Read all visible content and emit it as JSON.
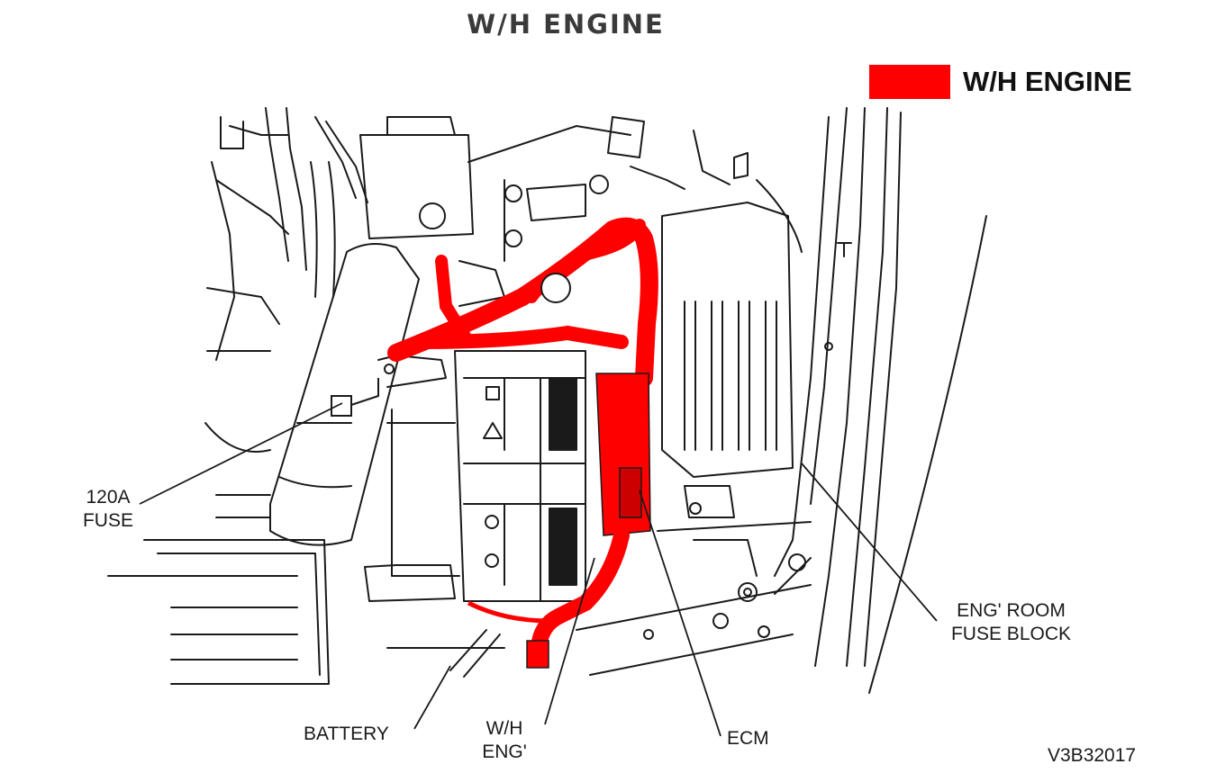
{
  "title": "W/H ENGINE",
  "legend": {
    "label": "W/H ENGINE",
    "color": "#ff0000"
  },
  "labels": {
    "fuse_120a": [
      "120A",
      "FUSE"
    ],
    "battery": "BATTERY",
    "wh_eng": [
      "W/H",
      "ENG'"
    ],
    "ecm": "ECM",
    "eng_room_fuse_block": [
      "ENG' ROOM",
      "FUSE BLOCK"
    ],
    "figure_code": "V3B32017"
  },
  "colors": {
    "harness": "#ff0000",
    "line": "#1a1a1a"
  }
}
